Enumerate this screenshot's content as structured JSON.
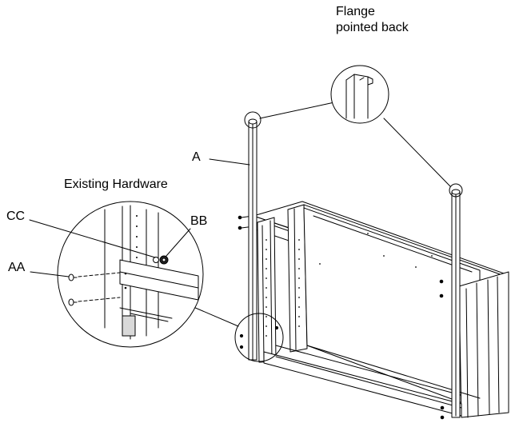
{
  "labels": {
    "flange_line1": "Flange",
    "flange_line2": "pointed back",
    "a": "A",
    "existing_hardware": "Existing Hardware",
    "cc": "CC",
    "bb": "BB",
    "aa": "AA"
  },
  "colors": {
    "line": "#000000",
    "paper": "#ffffff",
    "shade": "#d9d9d9",
    "dark": "#7a7a7a"
  }
}
